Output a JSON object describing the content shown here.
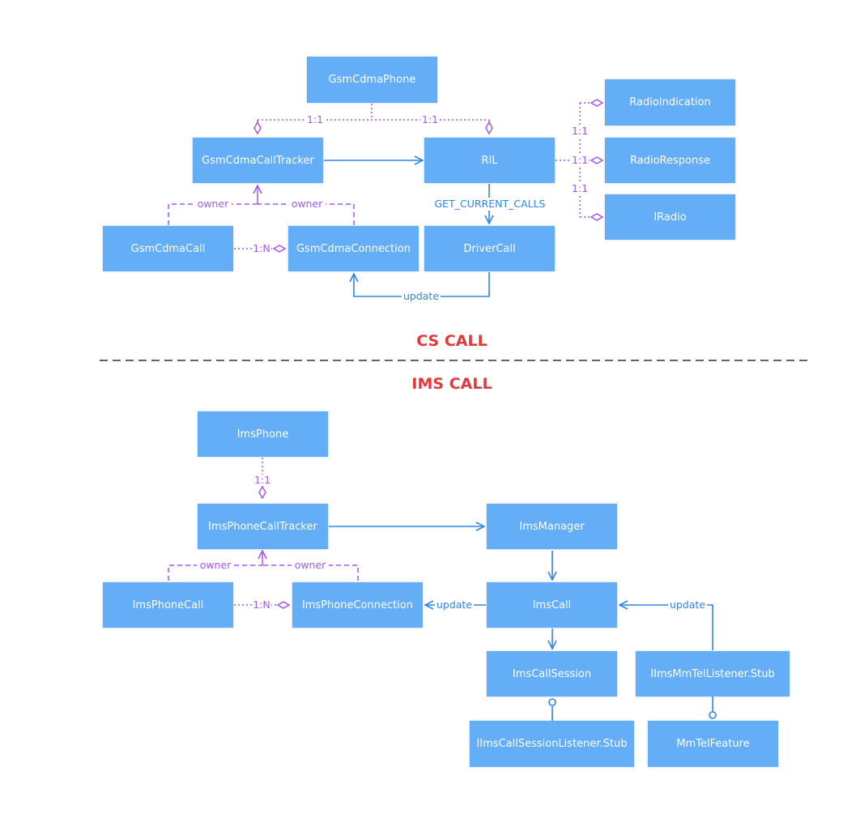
{
  "cs": {
    "title": "CS CALL",
    "nodes": {
      "gsm_cdma_phone": "GsmCdmaPhone",
      "call_tracker": "GsmCdmaCallTracker",
      "ril": "RIL",
      "radio_indication": "RadioIndication",
      "radio_response": "RadioResponse",
      "iradio": "IRadio",
      "gsm_cdma_call": "GsmCdmaCall",
      "gsm_cdma_connection": "GsmCdmaConnection",
      "driver_call": "DriverCall"
    },
    "labels": {
      "phone_tracker": "1:1",
      "phone_ril": "1:1",
      "ril_indication": "1:1",
      "ril_response": "1:1",
      "ril_iradio": "1:1",
      "owner_left": "owner",
      "owner_right": "owner",
      "call_connection": "1:N",
      "get_calls": "GET_CURRENT_CALLS",
      "update": "update"
    }
  },
  "ims": {
    "title": "IMS CALL",
    "nodes": {
      "ims_phone": "ImsPhone",
      "call_tracker": "ImsPhoneCallTracker",
      "ims_manager": "ImsManager",
      "ims_phone_call": "ImsPhoneCall",
      "ims_phone_connection": "ImsPhoneConnection",
      "ims_call": "ImsCall",
      "ims_call_session": "ImsCallSession",
      "mmtel_listener_stub": "IImsMmTelListener.Stub",
      "session_listener_stub": "IImsCallSessionListener.Stub",
      "mmtel_feature": "MmTelFeature"
    },
    "labels": {
      "phone_tracker": "1:1",
      "owner_left": "owner",
      "owner_right": "owner",
      "call_connection": "1:N",
      "update_connection": "update",
      "update_imscall": "update"
    }
  },
  "colors": {
    "node_fill": "#63aef7",
    "arrow_blue": "#2f86e6",
    "relation_purple": "#a855f7",
    "title_red": "#e5383b",
    "divider": "#333333"
  }
}
